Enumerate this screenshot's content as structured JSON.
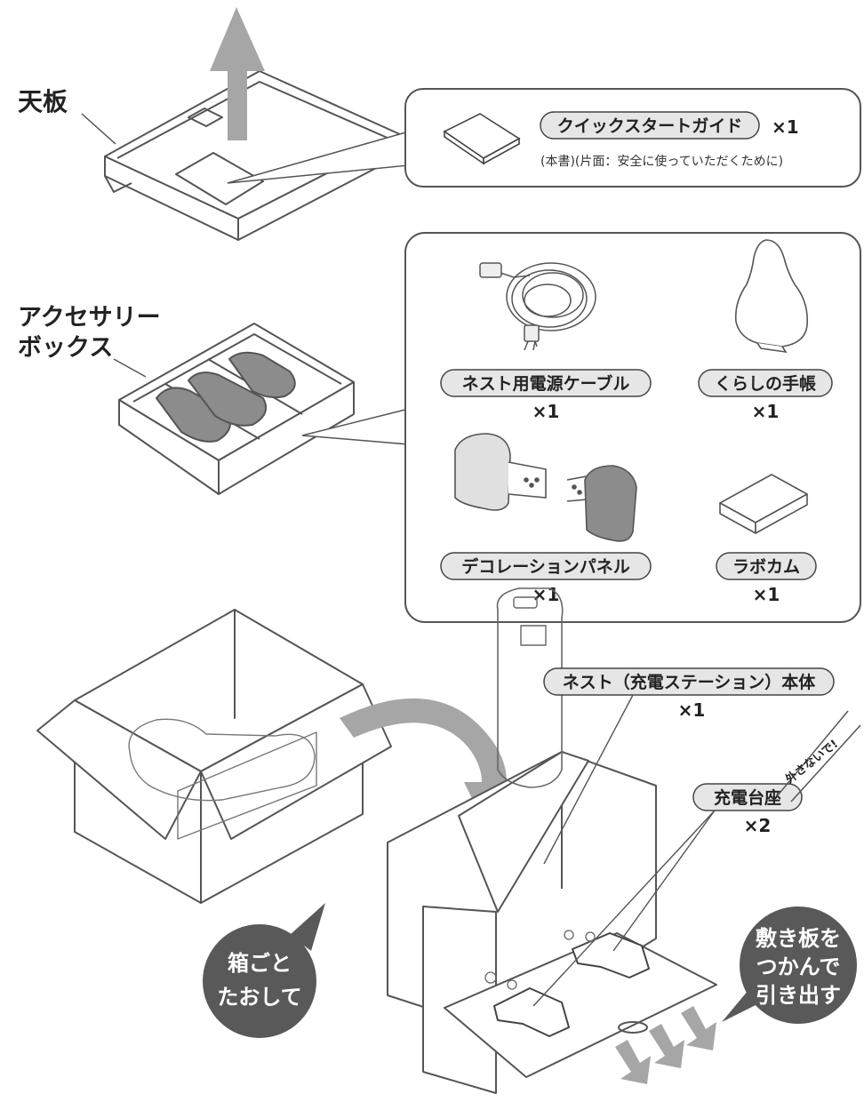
{
  "top_section": {
    "label": "天板",
    "guide_pill": "クイックスタートガイド",
    "guide_qty": "×1",
    "guide_note": "(本書)(片面：安全に使っていただくために)"
  },
  "accessory_section": {
    "label_line1": "アクセサリー",
    "label_line2": "ボックス",
    "items": [
      {
        "name": "ネスト用電源ケーブル",
        "qty": "×1"
      },
      {
        "name": "くらしの手帳",
        "qty": "×1"
      },
      {
        "name": "デコレーションパネル",
        "qty": "×1"
      },
      {
        "name": "ラボカム",
        "qty": "×1"
      }
    ]
  },
  "main_section": {
    "nest_pill": "ネスト（充電ステーション）本体",
    "nest_qty": "×1",
    "base_pill": "充電台座",
    "base_qty": "×2",
    "dont_remove": "外さないで!",
    "bubble_left_line1": "箱ごと",
    "bubble_left_line2": "たおして",
    "bubble_right_line1": "敷き板を",
    "bubble_right_line2": "つかんで",
    "bubble_right_line3": "引き出す"
  },
  "colors": {
    "line": "#555555",
    "arrow": "#a6a6a6",
    "pill_fill": "#e6e6e6",
    "bubble": "#595959"
  }
}
